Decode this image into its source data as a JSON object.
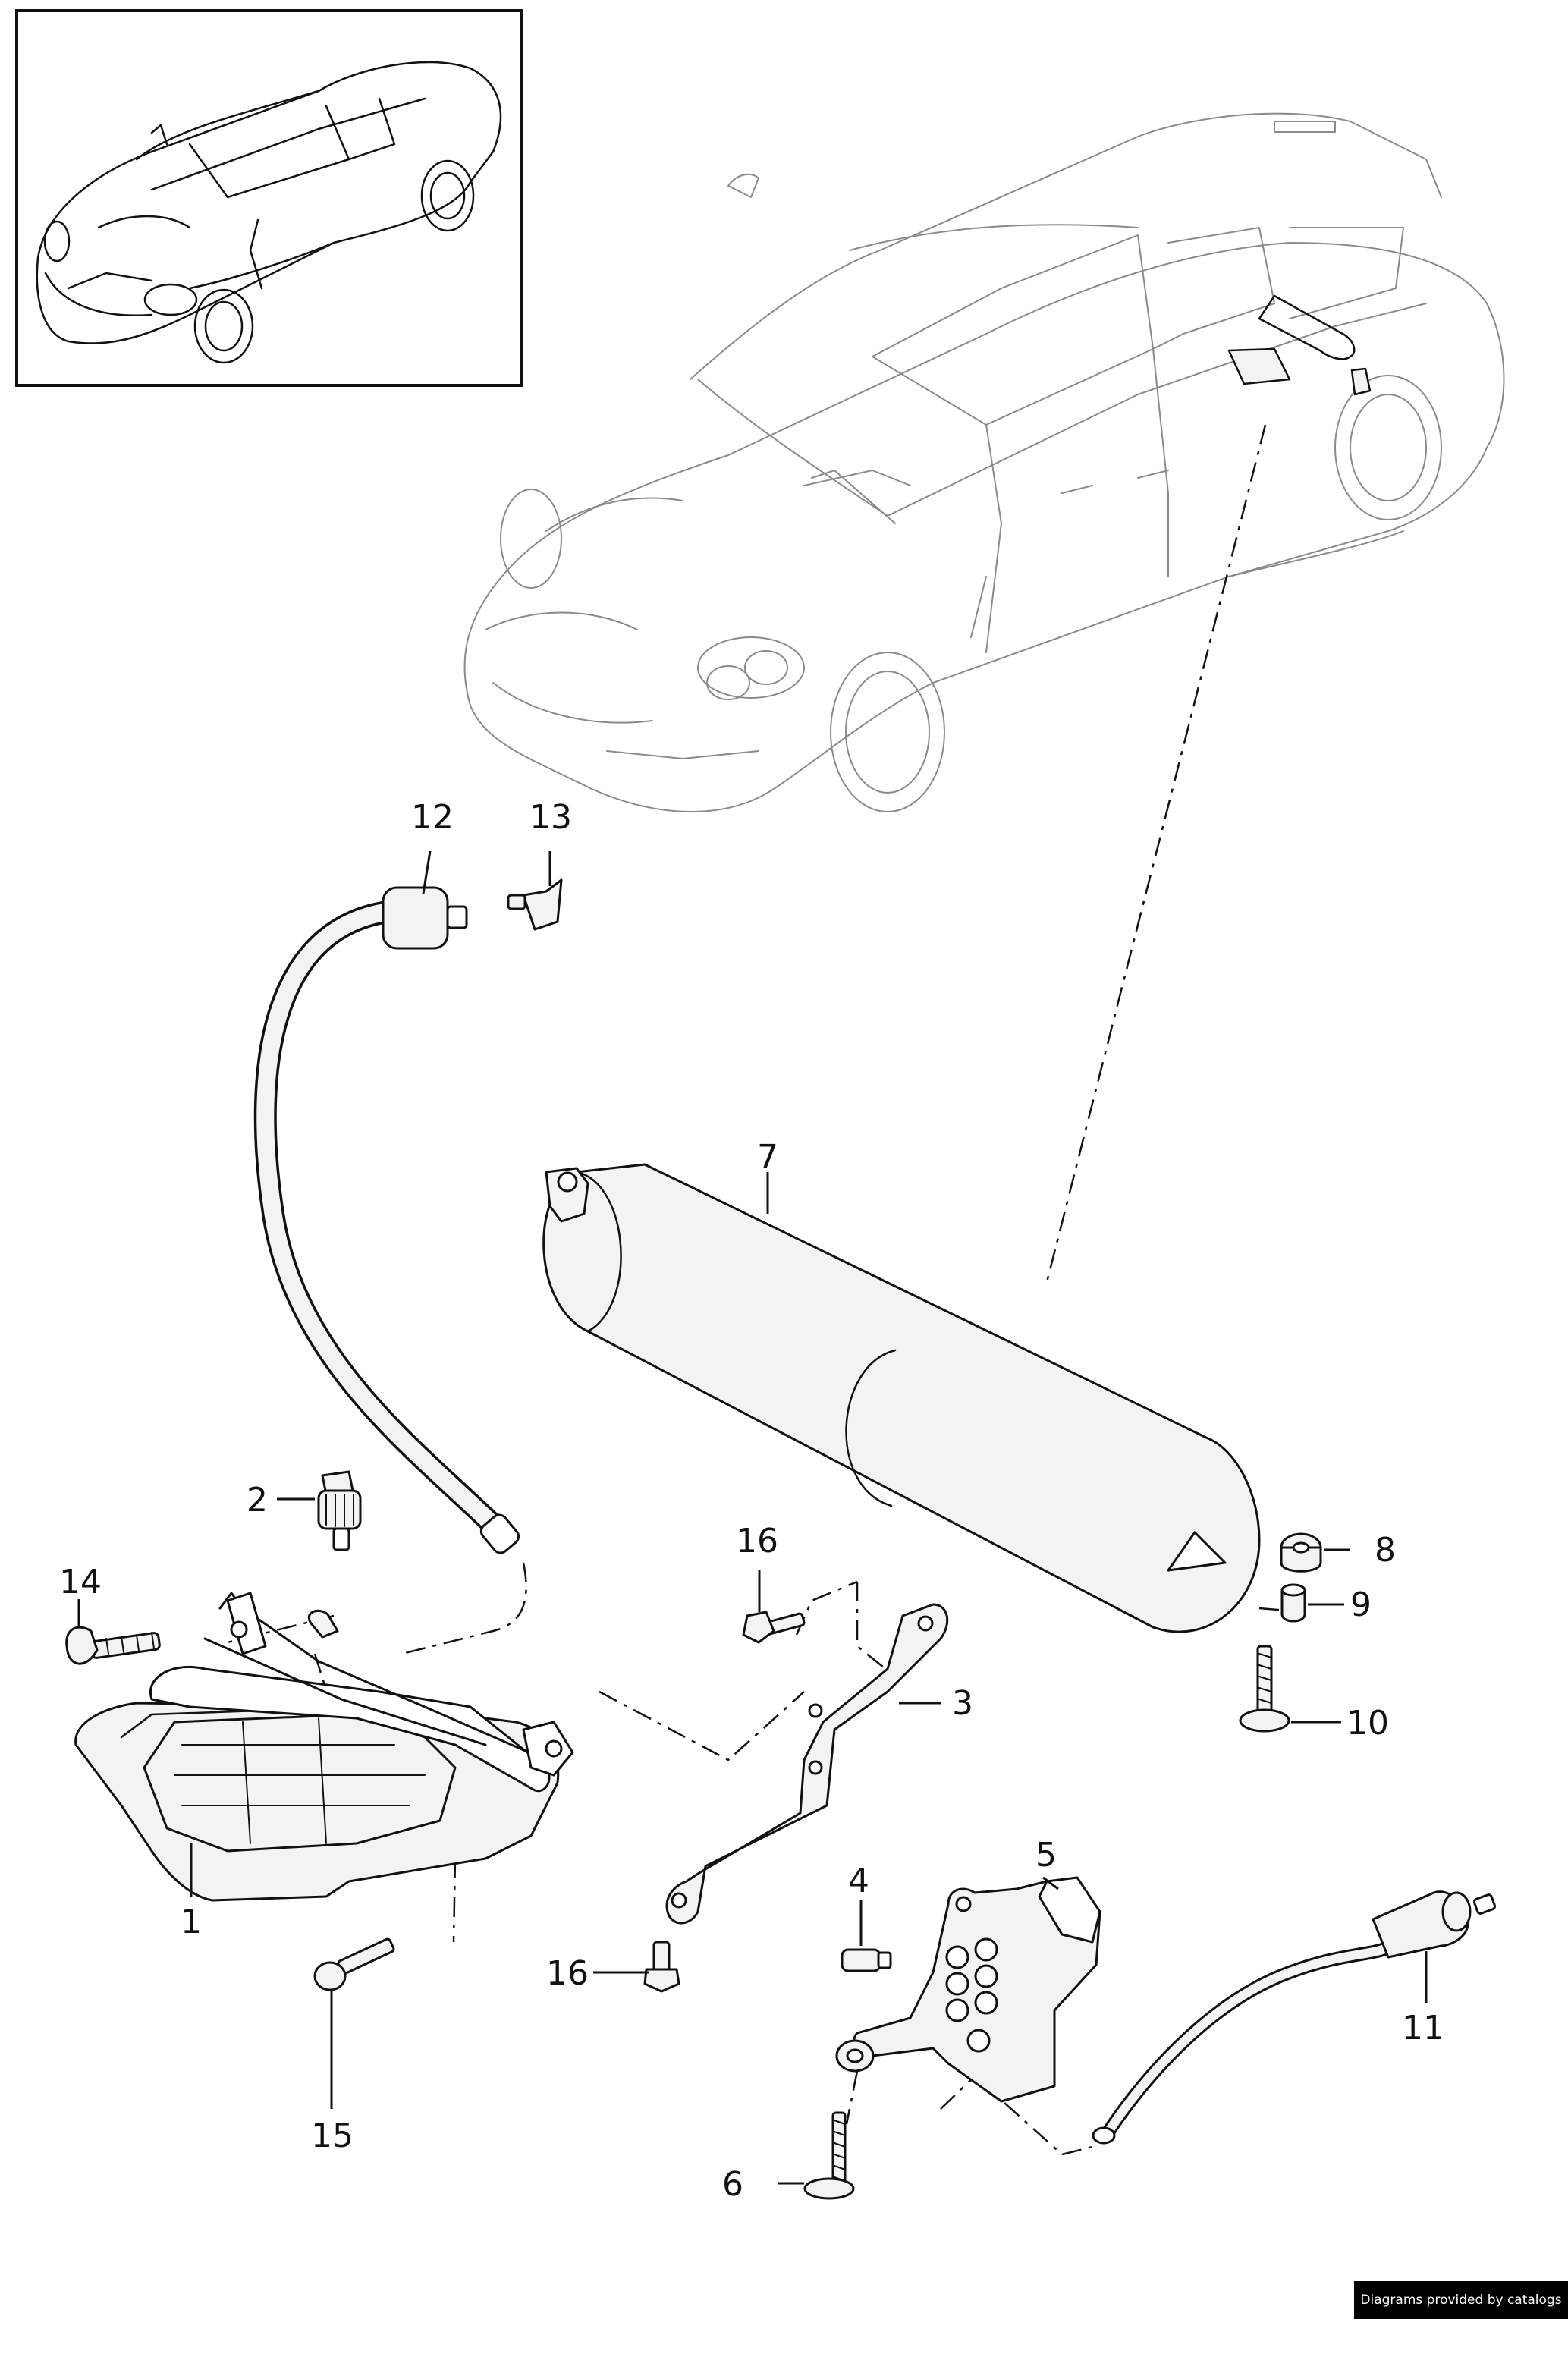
{
  "callouts": [
    {
      "id": "1",
      "label": "1"
    },
    {
      "id": "2",
      "label": "2"
    },
    {
      "id": "3",
      "label": "3"
    },
    {
      "id": "4",
      "label": "4"
    },
    {
      "id": "5",
      "label": "5"
    },
    {
      "id": "6",
      "label": "6"
    },
    {
      "id": "7",
      "label": "7"
    },
    {
      "id": "8",
      "label": "8"
    },
    {
      "id": "9",
      "label": "9"
    },
    {
      "id": "10",
      "label": "10"
    },
    {
      "id": "11",
      "label": "11"
    },
    {
      "id": "12",
      "label": "12"
    },
    {
      "id": "13",
      "label": "13"
    },
    {
      "id": "14",
      "label": "14"
    },
    {
      "id": "15",
      "label": "15"
    },
    {
      "id": "16a",
      "label": "16"
    },
    {
      "id": "16b",
      "label": "16"
    }
  ],
  "footer": {
    "credit": "Diagrams provided by catalogs parts"
  }
}
